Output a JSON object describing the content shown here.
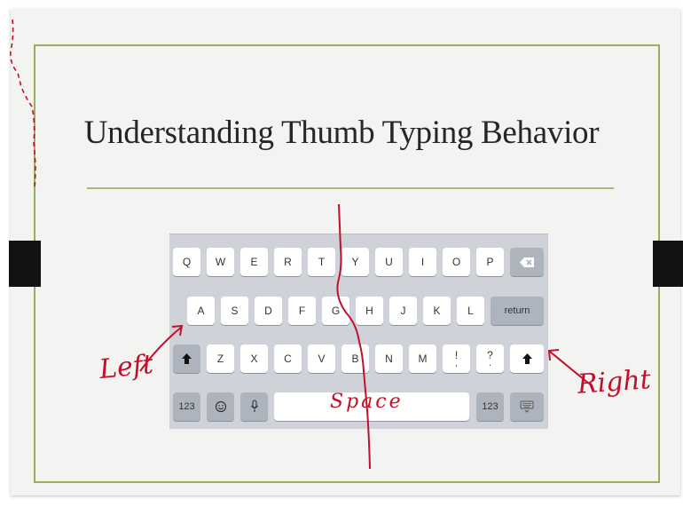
{
  "slide": {
    "title": "Understanding Thumb Typing Behavior"
  },
  "keyboard": {
    "row1": [
      "Q",
      "W",
      "E",
      "R",
      "T",
      "Y",
      "U",
      "I",
      "O",
      "P"
    ],
    "row2": [
      "A",
      "S",
      "D",
      "F",
      "G",
      "H",
      "J",
      "K",
      "L"
    ],
    "row3": [
      "Z",
      "X",
      "C",
      "V",
      "B",
      "N",
      "M"
    ],
    "punct": [
      {
        "top": "!",
        "bottom": ","
      },
      {
        "top": "?",
        "bottom": "."
      }
    ],
    "return_label": "return",
    "numbers_label": "123",
    "numbers_label_right": "123",
    "backspace_icon": "backspace-icon",
    "shift_icon": "shift-arrow-icon",
    "emoji_icon": "emoji-icon",
    "mic_icon": "microphone-icon",
    "hide_keyboard_icon": "keyboard-hide-icon"
  },
  "annotations": {
    "left": "Left",
    "right": "Right",
    "space": "Space",
    "color": "#c0102a"
  },
  "colors": {
    "frame": "#9aac5e",
    "title_rule": "#a8ba6e",
    "slide_bg": "#f3f3f1",
    "keyboard_bg": "#cfd3d9",
    "dark_key": "#aeb4bd"
  }
}
